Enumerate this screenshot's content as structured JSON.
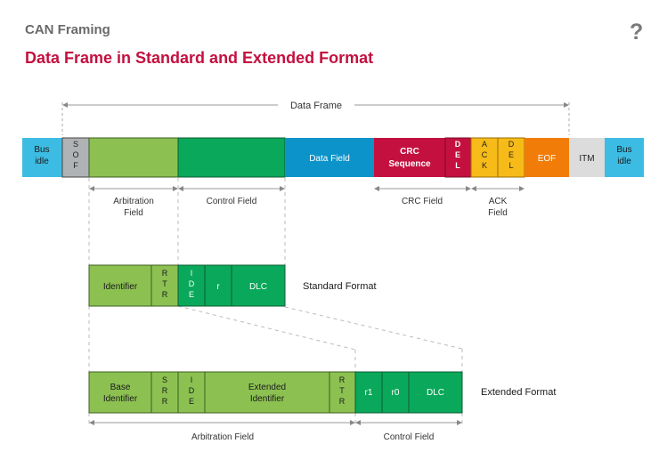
{
  "header": {
    "pre_title": "CAN Framing",
    "title": "Data Frame in Standard and Extended Format",
    "help_icon": "question-mark-icon",
    "help_symbol": "?"
  },
  "colors": {
    "title": "#c4103f",
    "light_blue": "#3dbce3",
    "light_green": "#8cc152",
    "green": "#0aa85a",
    "blue": "#0c93c9",
    "crimson": "#c4103f",
    "yellow": "#f6bb18",
    "orange": "#f17c07",
    "grey": "#dcdcdc"
  },
  "frame": {
    "data_frame_label": "Data Frame",
    "bus_idle_left": [
      "Bus",
      "idle"
    ],
    "sof": [
      "S",
      "O",
      "F"
    ],
    "data_field": "Data Field",
    "crc_sequence": [
      "CRC",
      "Sequence"
    ],
    "del1": [
      "D",
      "E",
      "L"
    ],
    "ack": [
      "A",
      "C",
      "K"
    ],
    "del2": [
      "D",
      "E",
      "L"
    ],
    "eof": "EOF",
    "itm": "ITM",
    "bus_idle_right": [
      "Bus",
      "idle"
    ],
    "arbitration_field": [
      "Arbitration",
      "Field"
    ],
    "control_field": "Control Field",
    "crc_field": "CRC Field",
    "ack_field": [
      "ACK",
      "Field"
    ]
  },
  "standard": {
    "identifier": "Identifier",
    "rtr": [
      "R",
      "T",
      "R"
    ],
    "ide": [
      "I",
      "D",
      "E"
    ],
    "r": "r",
    "dlc": "DLC",
    "label": "Standard Format"
  },
  "extended": {
    "base_identifier": [
      "Base",
      "Identifier"
    ],
    "srr": [
      "S",
      "R",
      "R"
    ],
    "ide": [
      "I",
      "D",
      "E"
    ],
    "extended_identifier": [
      "Extended",
      "Identifier"
    ],
    "rtr": [
      "R",
      "T",
      "R"
    ],
    "r1": "r1",
    "r0": "r0",
    "dlc": "DLC",
    "label": "Extended Format",
    "arbitration_field": "Arbitration Field",
    "control_field": "Control Field"
  }
}
